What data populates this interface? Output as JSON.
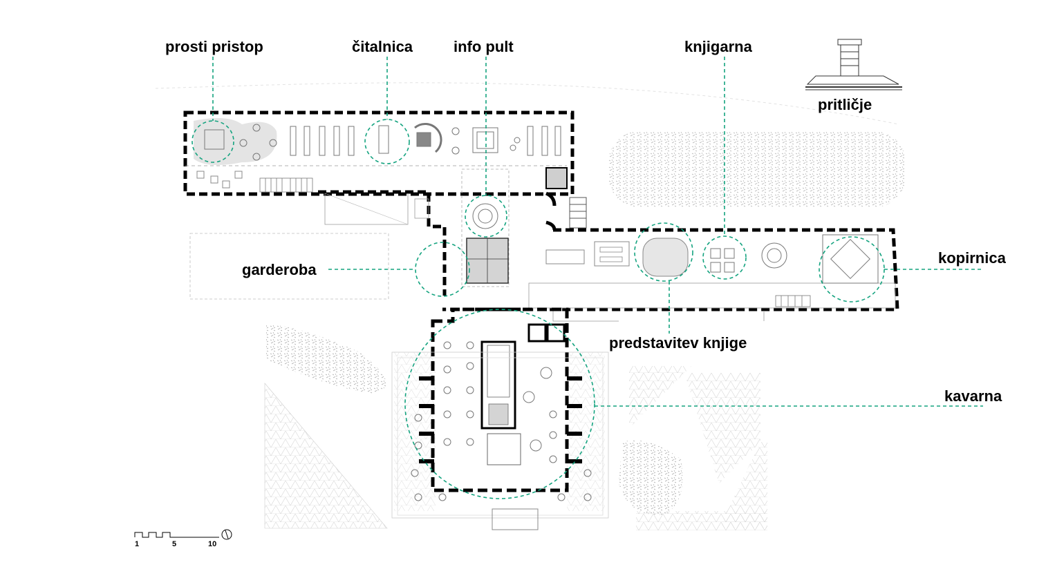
{
  "labels": {
    "prosti_pristop": "prosti pristop",
    "citalnica": "čitalnica",
    "info_pult": "info pult",
    "knjigarna": "knjigarna",
    "pritlicje": "pritličje",
    "garderoba": "garderoba",
    "kopirnica": "kopirnica",
    "predstavitev_knjige": "predstavitev knjige",
    "kavarna": "kavarna"
  },
  "scale_bar": {
    "ticks": [
      "1",
      "5",
      "10"
    ]
  },
  "colors": {
    "accent": "#14a37f",
    "wall": "#000000",
    "line": "#8a8a8a",
    "shade": "#cfcfcf"
  },
  "icons": {
    "north": "north-arrow-icon",
    "key": "building-key-icon"
  }
}
